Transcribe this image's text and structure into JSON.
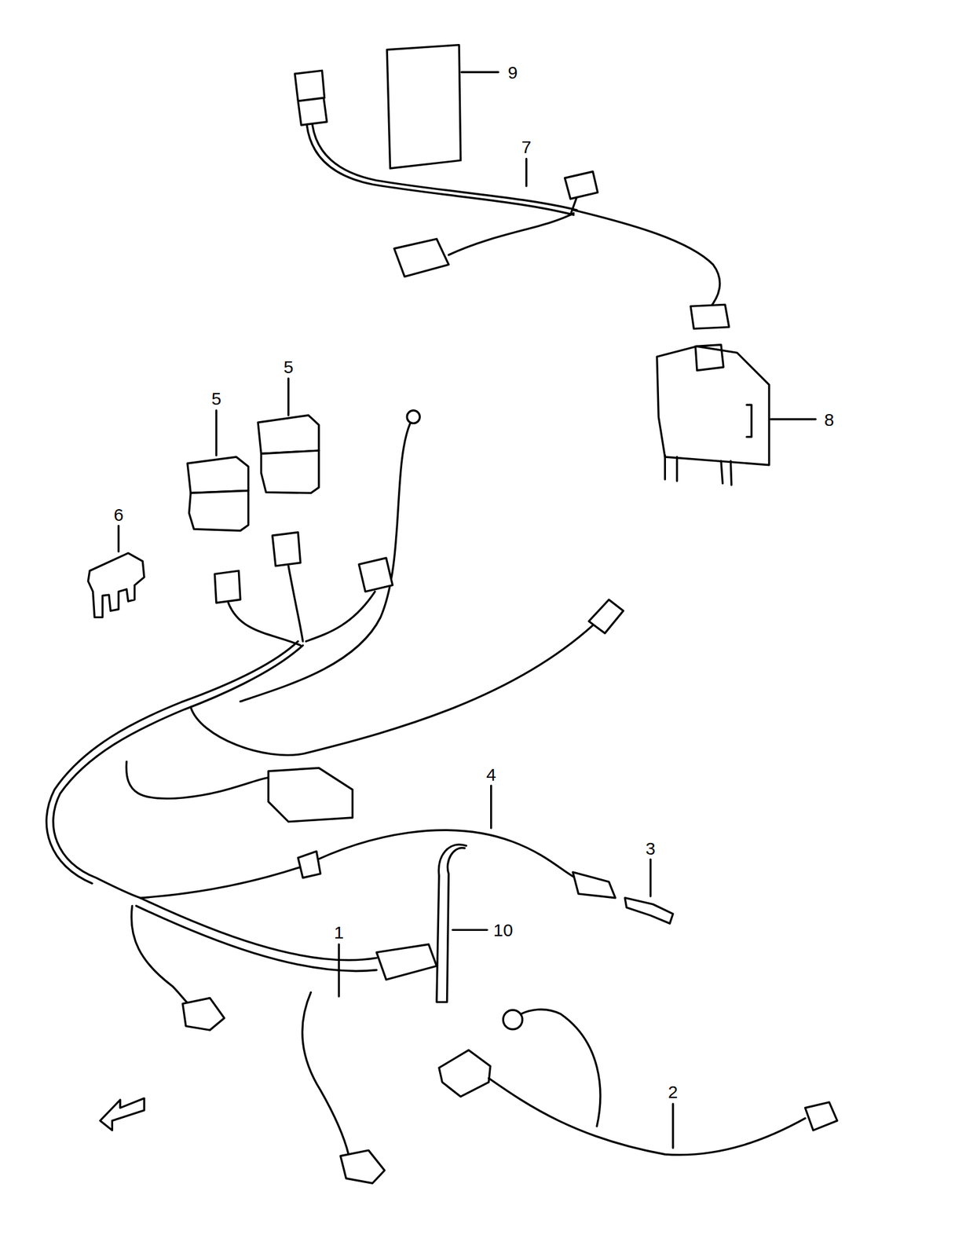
{
  "diagram": {
    "labels": [
      "9",
      "7",
      "5",
      "5",
      "8",
      "6",
      "4",
      "3",
      "1",
      "10",
      "2"
    ]
  }
}
